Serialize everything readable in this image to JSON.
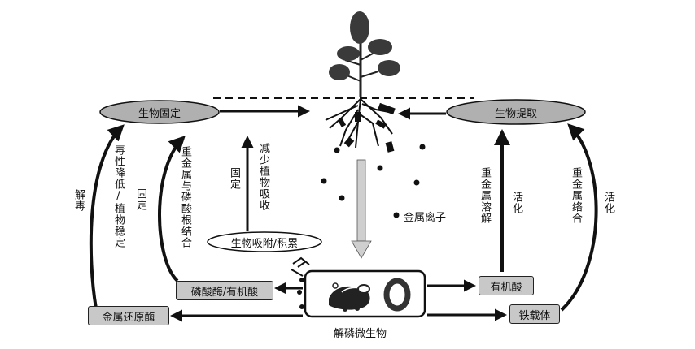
{
  "nodes": {
    "bio_fixation": "生物固定",
    "bio_extraction": "生物提取",
    "bio_adsorption": "生物吸附/积累",
    "phosphatase_organic_acid": "磷酸酶/有机酸",
    "metal_reductase": "金属还原酶",
    "organic_acid": "有机酸",
    "siderophore": "铁载体",
    "psm": "解磷微生物",
    "metal_ion": "金属离子"
  },
  "edges": {
    "detox": "解毒",
    "toxicity_reduced": "毒性降低/植物稳定",
    "fixation": "固定",
    "heavy_metal_phosphate": "重金属与磷酸根结合",
    "fixation2": "固定",
    "reduce_uptake": "减少植物吸收",
    "heavy_metal_dissolve": "重金属溶解",
    "activation": "活化",
    "heavy_metal_complex": "重金属络合",
    "activation2": "活化"
  },
  "colors": {
    "box_fill": "#c8c8c8",
    "ellipse_fill": "#b0b0b0",
    "stroke": "#111111"
  }
}
